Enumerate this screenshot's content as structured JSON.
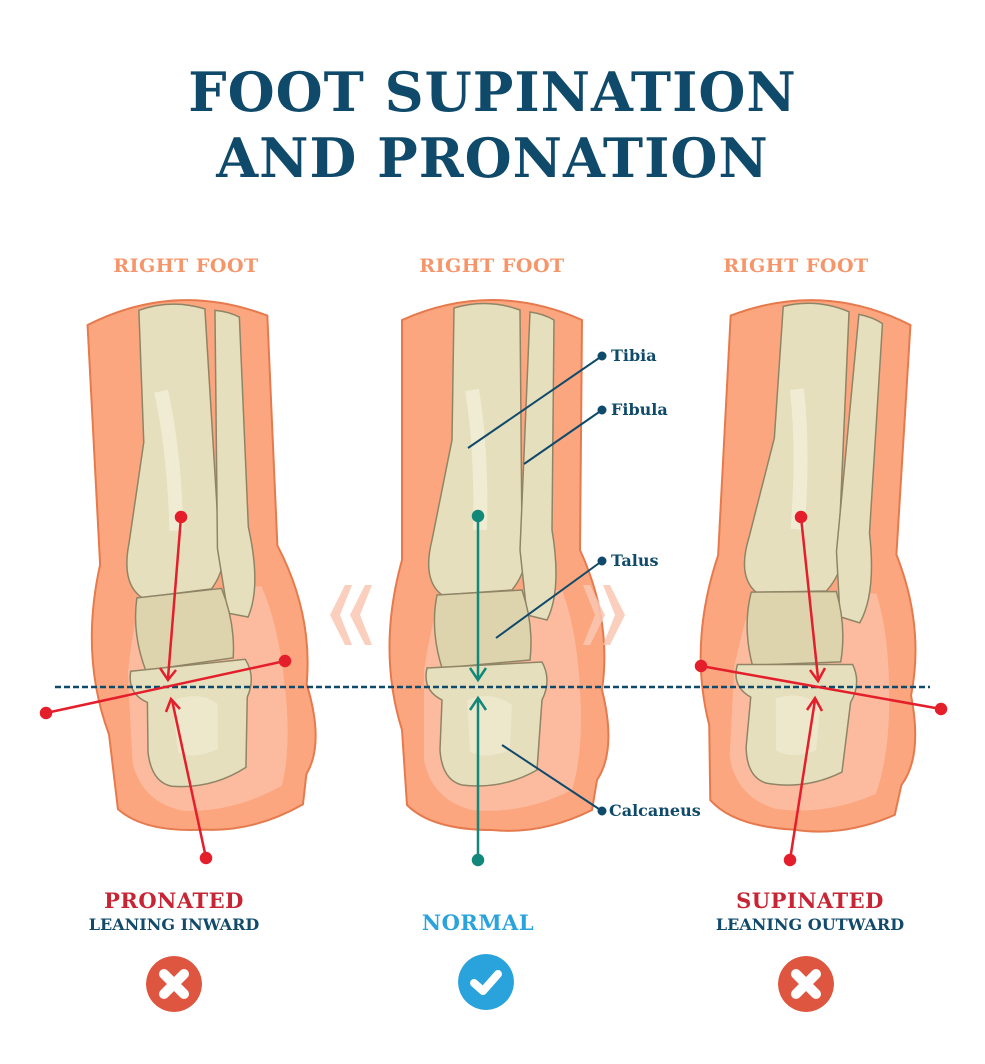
{
  "title": {
    "line1": "FOOT SUPINATION",
    "line2": "AND PRONATION",
    "color": "#0f4a6b"
  },
  "columns": [
    {
      "id": "pronated",
      "header": "RIGHT FOOT",
      "status": "PRONATED",
      "description": "LEANING INWARD",
      "status_color": "#c72434",
      "icon": "x-icon",
      "icon_color": "#de5640",
      "axis_color": "#e41e2b"
    },
    {
      "id": "normal",
      "header": "RIGHT FOOT",
      "status": "NORMAL",
      "description": "",
      "status_color": "#2aa3dd",
      "icon": "check-icon",
      "icon_color": "#2aa3dd",
      "axis_color": "#12887a"
    },
    {
      "id": "supinated",
      "header": "RIGHT FOOT",
      "status": "SUPINATED",
      "description": "LEANING OUTWARD",
      "status_color": "#c72434",
      "icon": "x-icon",
      "icon_color": "#de5640",
      "axis_color": "#e41e2b"
    }
  ],
  "bone_labels": {
    "tibia": "Tibia",
    "fibula": "Fibula",
    "talus": "Talus",
    "calcaneus": "Calcaneus"
  },
  "colors": {
    "header": "#f6956a",
    "skin": "#fba67e",
    "skin_light": "#fcc4ad",
    "bone": "#e6dfbd",
    "bone_dark": "#d6cca2",
    "bone_outline": "#8f8566",
    "reference_line": "#0f4a6b"
  }
}
